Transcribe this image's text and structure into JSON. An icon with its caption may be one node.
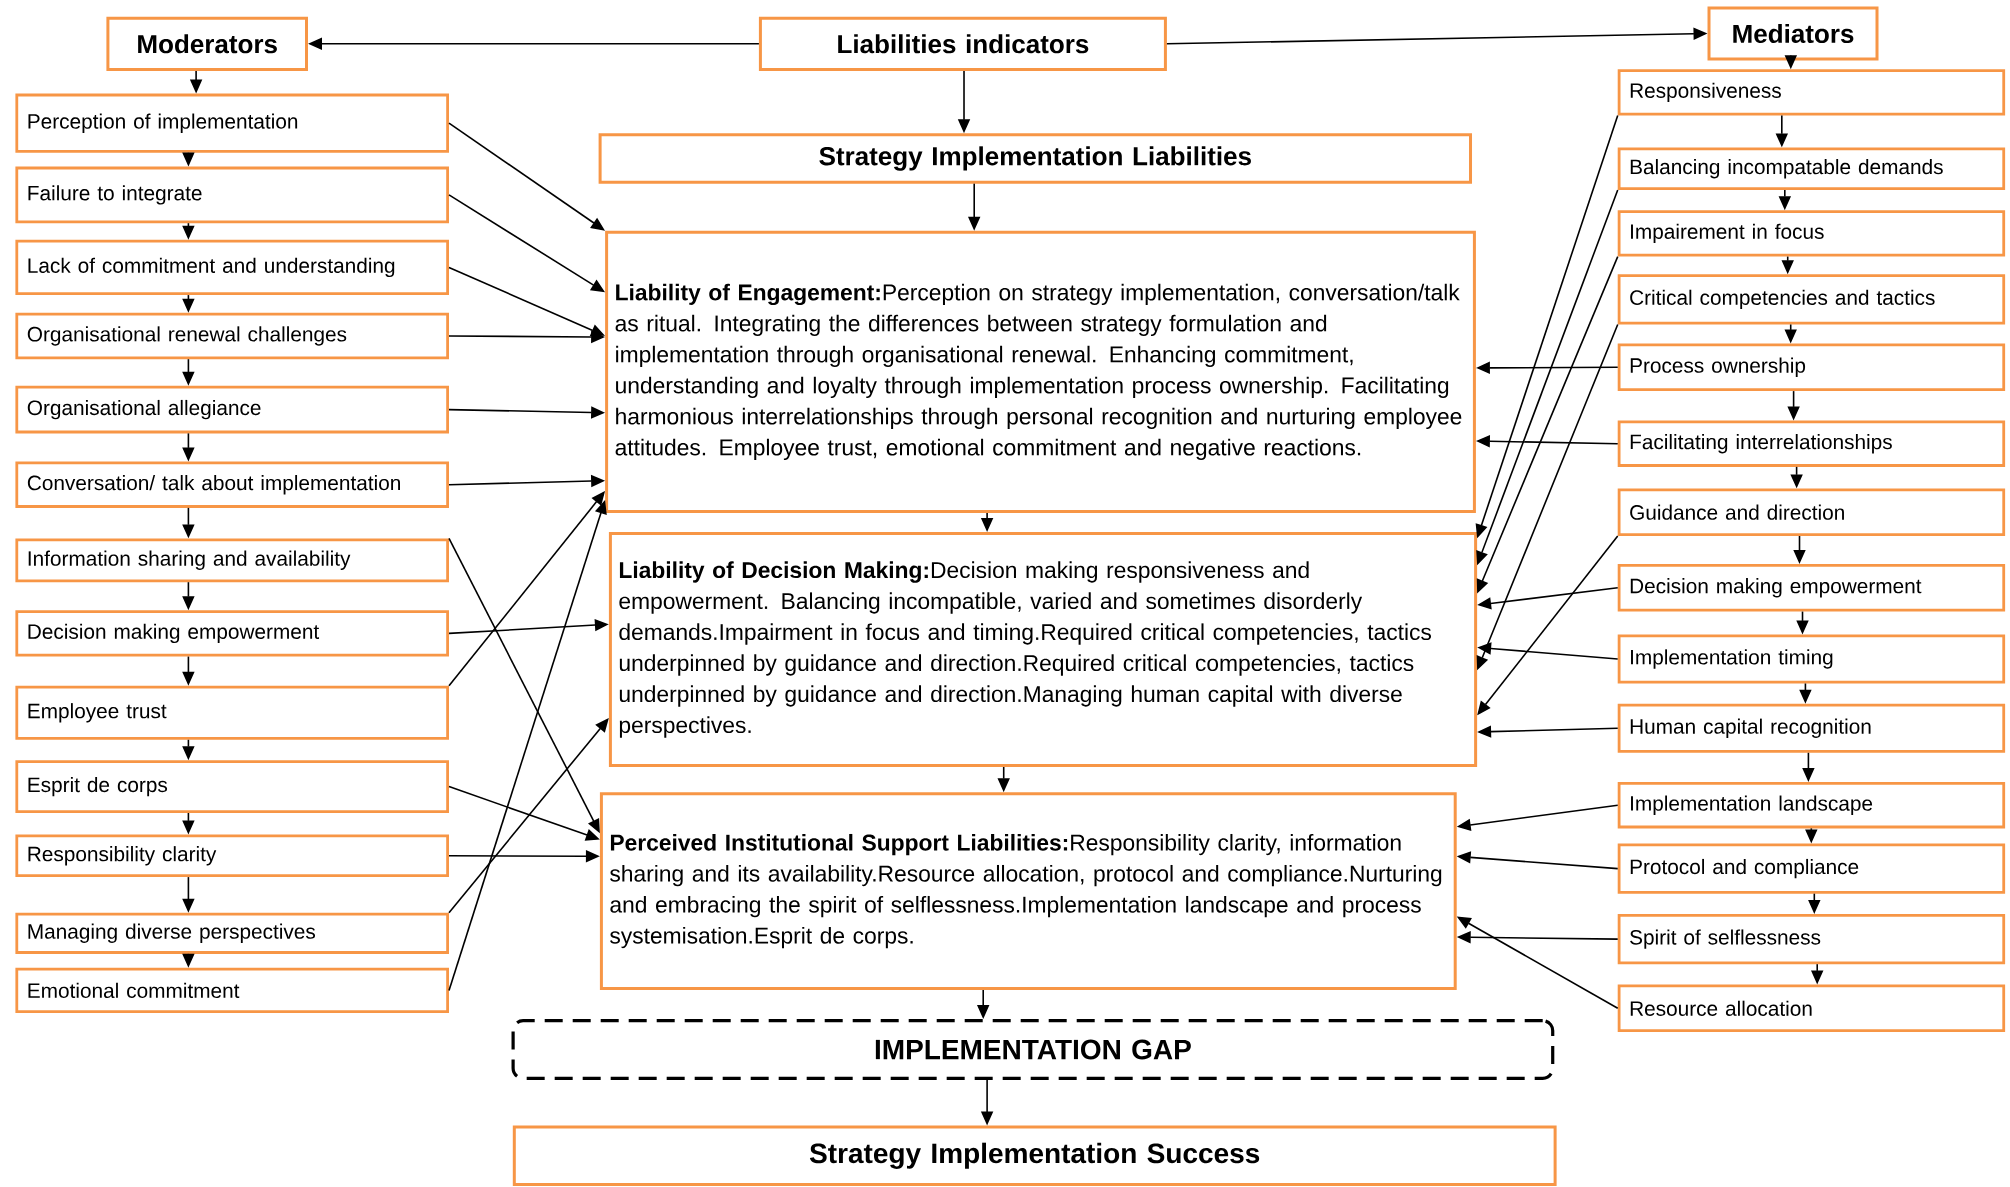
{
  "diagram": {
    "nodes": [
      {
        "text": [
          "Moderators"
        ]
      },
      {
        "text": [
          "Liabilities indicators"
        ]
      },
      {
        "text": [
          "Mediators"
        ]
      },
      {
        "text": [
          "Strategy Implementation Liabilities"
        ]
      },
      {
        "text": [
          "**Liability of Engagement:**Perception on strategy implementation, conversation/talk as ritual. Integrating the differences between strategy formulation and implementation through organisational renewal. Enhancing commitment, understanding and loyalty through implementation process ownership. Facilitating harmonious interrelationships through personal recognition and nurturing employee attitudes. Employee trust, emotional commitment and negative reactions."
        ]
      },
      {
        "text": [
          "**Liability of Decision Making:**Decision making responsiveness and empowerment. Balancing incompatible, varied and sometimes disorderly demands.Impairment in focus and timing.Required critical competencies, tactics underpinned by guidance and direction.Required critical competencies, tactics underpinned by guidance and direction.Managing human capital with diverse perspectives."
        ]
      },
      {
        "text": [
          "**Perceived Institutional Support Liabilities:**Responsibility clarity, information sharing and its availability.Resource allocation, protocol and compliance.Nurturing and embracing the spirit of selflessness.Implementation landscape and process systemisation.Esprit de corps."
        ]
      },
      {
        "text": [
          "IMPLEMENTATION GAP"
        ]
      },
      {
        "text": [
          "Strategy Implementation Success"
        ]
      },
      {
        "text": [
          "Perception of implementation"
        ]
      },
      {
        "text": [
          "Failure to integrate"
        ]
      },
      {
        "text": [
          "Lack of commitment and understanding"
        ]
      },
      {
        "text": [
          "Organisational renewal challenges"
        ]
      },
      {
        "text": [
          "Organisational allegiance"
        ]
      },
      {
        "text": [
          "Conversation/ talk about implementation"
        ]
      },
      {
        "text": [
          "Information sharing and availability"
        ]
      },
      {
        "text": [
          "Decision making empowerment"
        ]
      },
      {
        "text": [
          "Employee trust"
        ]
      },
      {
        "text": [
          "Esprit de corps"
        ]
      },
      {
        "text": [
          "Responsibility clarity"
        ]
      },
      {
        "text": [
          "Managing diverse perspectives"
        ]
      },
      {
        "text": [
          "Emotional commitment"
        ]
      },
      {
        "text": [
          "Responsiveness"
        ]
      },
      {
        "text": [
          "Balancing incompatable demands"
        ]
      },
      {
        "text": [
          "Impairement in focus"
        ]
      },
      {
        "text": [
          "Critical competencies and tactics"
        ]
      },
      {
        "text": [
          "Process ownership"
        ]
      },
      {
        "text": [
          "Facilitating interrelationships"
        ]
      },
      {
        "text": [
          "Guidance and direction"
        ]
      },
      {
        "text": [
          "Decision making empowerment"
        ]
      },
      {
        "text": [
          "Implementation timing"
        ]
      },
      {
        "text": [
          "Human capital recognition"
        ]
      },
      {
        "text": [
          "Implementation landscape"
        ]
      },
      {
        "text": [
          "Protocol and compliance"
        ]
      },
      {
        "text": [
          "Spirit of selflessness"
        ]
      },
      {
        "text": [
          "Resource allocation"
        ]
      }
    ],
    "edges": [
      {
        "from": 1,
        "to": 0,
        "arrow": "to"
      },
      {
        "from": 1,
        "to": 2,
        "arrow": "to"
      },
      {
        "from": 1,
        "to": 3,
        "arrow": "to"
      },
      {
        "from": 3,
        "to": 4,
        "arrow": "to"
      },
      {
        "from": 4,
        "to": 5,
        "arrow": "to"
      },
      {
        "from": 5,
        "to": 6,
        "arrow": "to"
      },
      {
        "from": 6,
        "to": 7,
        "arrow": "to"
      },
      {
        "from": 7,
        "to": 8,
        "arrow": "to"
      },
      {
        "from": 0,
        "to": 9,
        "arrow": "to"
      },
      {
        "from": 9,
        "to": 10,
        "arrow": "to"
      },
      {
        "from": 10,
        "to": 11,
        "arrow": "to"
      },
      {
        "from": 11,
        "to": 12,
        "arrow": "to"
      },
      {
        "from": 12,
        "to": 13,
        "arrow": "to"
      },
      {
        "from": 13,
        "to": 14,
        "arrow": "to"
      },
      {
        "from": 14,
        "to": 15,
        "arrow": "to"
      },
      {
        "from": 15,
        "to": 16,
        "arrow": "to"
      },
      {
        "from": 16,
        "to": 17,
        "arrow": "to"
      },
      {
        "from": 17,
        "to": 18,
        "arrow": "to"
      },
      {
        "from": 18,
        "to": 19,
        "arrow": "to"
      },
      {
        "from": 19,
        "to": 20,
        "arrow": "to"
      },
      {
        "from": 20,
        "to": 21,
        "arrow": "to"
      },
      {
        "from": 2,
        "to": 22,
        "arrow": "to"
      },
      {
        "from": 22,
        "to": 23,
        "arrow": "to"
      },
      {
        "from": 23,
        "to": 24,
        "arrow": "to"
      },
      {
        "from": 24,
        "to": 25,
        "arrow": "to"
      },
      {
        "from": 25,
        "to": 26,
        "arrow": "to"
      },
      {
        "from": 26,
        "to": 27,
        "arrow": "to"
      },
      {
        "from": 27,
        "to": 28,
        "arrow": "to"
      },
      {
        "from": 28,
        "to": 29,
        "arrow": "to"
      },
      {
        "from": 29,
        "to": 30,
        "arrow": "to"
      },
      {
        "from": 30,
        "to": 31,
        "arrow": "to"
      },
      {
        "from": 31,
        "to": 32,
        "arrow": "to"
      },
      {
        "from": 32,
        "to": 33,
        "arrow": "to"
      },
      {
        "from": 33,
        "to": 34,
        "arrow": "to"
      },
      {
        "from": 34,
        "to": 35,
        "arrow": "to"
      },
      {
        "from": 9,
        "to": 4,
        "arrow": "to"
      },
      {
        "from": 10,
        "to": 4,
        "arrow": "to"
      },
      {
        "from": 11,
        "to": 4,
        "arrow": "to"
      },
      {
        "from": 12,
        "to": 4,
        "arrow": "to"
      },
      {
        "from": 13,
        "to": 4,
        "arrow": "to"
      },
      {
        "from": 14,
        "to": 4,
        "arrow": "to"
      },
      {
        "from": 15,
        "to": 6,
        "arrow": "to"
      },
      {
        "from": 16,
        "to": 5,
        "arrow": "to"
      },
      {
        "from": 17,
        "to": 4,
        "arrow": "to"
      },
      {
        "from": 18,
        "to": 6,
        "arrow": "to"
      },
      {
        "from": 19,
        "to": 6,
        "arrow": "to"
      },
      {
        "from": 20,
        "to": 5,
        "arrow": "to"
      },
      {
        "from": 21,
        "to": 4,
        "arrow": "to"
      },
      {
        "from": 22,
        "to": 5,
        "arrow": "to"
      },
      {
        "from": 23,
        "to": 5,
        "arrow": "to"
      },
      {
        "from": 24,
        "to": 5,
        "arrow": "to"
      },
      {
        "from": 25,
        "to": 5,
        "arrow": "to"
      },
      {
        "from": 26,
        "to": 4,
        "arrow": "to"
      },
      {
        "from": 27,
        "to": 4,
        "arrow": "to"
      },
      {
        "from": 28,
        "to": 5,
        "arrow": "to"
      },
      {
        "from": 29,
        "to": 5,
        "arrow": "to"
      },
      {
        "from": 30,
        "to": 5,
        "arrow": "to"
      },
      {
        "from": 31,
        "to": 5,
        "arrow": "to"
      },
      {
        "from": 32,
        "to": 6,
        "arrow": "to"
      },
      {
        "from": 33,
        "to": 6,
        "arrow": "to"
      },
      {
        "from": 34,
        "to": 6,
        "arrow": "to"
      },
      {
        "from": 35,
        "to": 6,
        "arrow": "to"
      }
    ]
  }
}
